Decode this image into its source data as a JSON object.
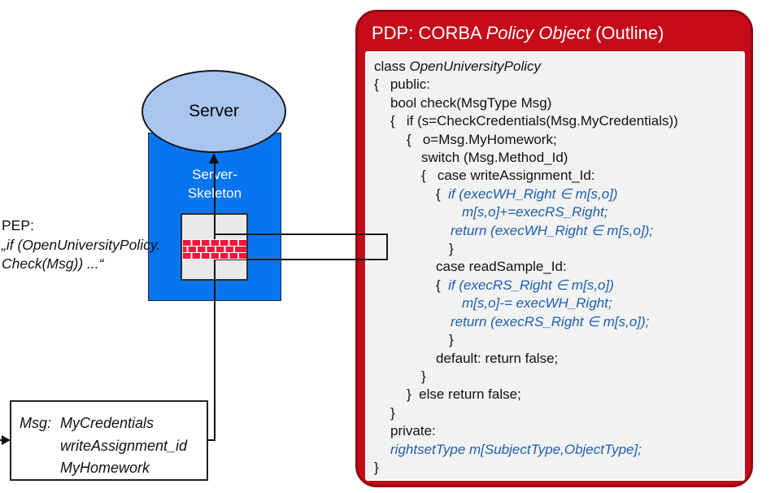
{
  "colors": {
    "pdp_red": "#c50b19",
    "pdp_red_dark": "#8f0a12",
    "content_gray": "#f2f2f2",
    "code_blue": "#1d5fb0",
    "server_blue": "#0875f0",
    "ellipse_fill": "#a9c6f0",
    "brick_red": "#f8143c"
  },
  "server": {
    "label": "Server",
    "skeleton_line1": "Server-",
    "skeleton_line2": "Skeleton"
  },
  "pep": {
    "label": "PEP:",
    "code_line1": "„if (OpenUniversityPolicy.",
    "code_line2": "Check(Msg)) ...“"
  },
  "msg_box": {
    "label": "Msg:",
    "fields": [
      "MyCredentials",
      "writeAssignment_id",
      "MyHomework"
    ]
  },
  "pdp": {
    "title_prefix": "PDP: CORBA ",
    "title_italic": "Policy Object",
    "title_suffix": " (Outline)",
    "code_lines": [
      {
        "pad": 0,
        "segments": [
          {
            "style": "plain",
            "text": "class "
          },
          {
            "style": "italic",
            "text": "OpenUniversityPolicy"
          }
        ]
      },
      {
        "pad": 0,
        "segments": [
          {
            "style": "plain",
            "text": "{   public:"
          }
        ]
      },
      {
        "pad": 20,
        "segments": [
          {
            "style": "plain",
            "text": "bool check(MsgType Msg)"
          }
        ]
      },
      {
        "pad": 20,
        "segments": [
          {
            "style": "plain",
            "text": "{   if (s=CheckCredentials(Msg.MyCredentials))"
          }
        ]
      },
      {
        "pad": 40,
        "segments": [
          {
            "style": "plain",
            "text": "{   o=Msg.MyHomework;"
          }
        ]
      },
      {
        "pad": 58,
        "segments": [
          {
            "style": "plain",
            "text": "switch (Msg.Method_Id)"
          }
        ]
      },
      {
        "pad": 58,
        "segments": [
          {
            "style": "plain",
            "text": "{   case writeAssignment_Id:"
          }
        ]
      },
      {
        "pad": 76,
        "segments": [
          {
            "style": "plain",
            "text": "{  "
          },
          {
            "style": "blue",
            "text": "if (execWH_Right ∈ m[s,o])"
          }
        ]
      },
      {
        "pad": 108,
        "segments": [
          {
            "style": "blue",
            "text": "m[s,o]+=execRS_Right;"
          }
        ]
      },
      {
        "pad": 94,
        "segments": [
          {
            "style": "blue",
            "text": "return (execWH_Right ∈ m[s,o]);"
          }
        ]
      },
      {
        "pad": 92,
        "segments": [
          {
            "style": "plain",
            "text": "}"
          }
        ]
      },
      {
        "pad": 76,
        "segments": [
          {
            "style": "plain",
            "text": "case readSample_Id:"
          }
        ]
      },
      {
        "pad": 76,
        "segments": [
          {
            "style": "plain",
            "text": "{  "
          },
          {
            "style": "blue",
            "text": "if (execRS_Right ∈ m[s,o])"
          }
        ]
      },
      {
        "pad": 108,
        "segments": [
          {
            "style": "blue",
            "text": "m[s,o]-= execWH_Right;"
          }
        ]
      },
      {
        "pad": 94,
        "segments": [
          {
            "style": "blue",
            "text": "return (execRS_Right ∈ m[s,o]);"
          }
        ]
      },
      {
        "pad": 92,
        "segments": [
          {
            "style": "plain",
            "text": "}"
          }
        ]
      },
      {
        "pad": 76,
        "segments": [
          {
            "style": "plain",
            "text": "default: return false;"
          }
        ]
      },
      {
        "pad": 58,
        "segments": [
          {
            "style": "plain",
            "text": "}"
          }
        ]
      },
      {
        "pad": 40,
        "segments": [
          {
            "style": "plain",
            "text": "}  else return false;"
          }
        ]
      },
      {
        "pad": 20,
        "segments": [
          {
            "style": "plain",
            "text": "}"
          }
        ]
      },
      {
        "pad": 20,
        "segments": [
          {
            "style": "plain",
            "text": "private:"
          }
        ]
      },
      {
        "pad": 20,
        "segments": [
          {
            "style": "blue",
            "text": "rightsetType m[SubjectType,ObjectType];"
          }
        ]
      },
      {
        "pad": 0,
        "segments": [
          {
            "style": "plain",
            "text": "}"
          }
        ]
      }
    ]
  }
}
